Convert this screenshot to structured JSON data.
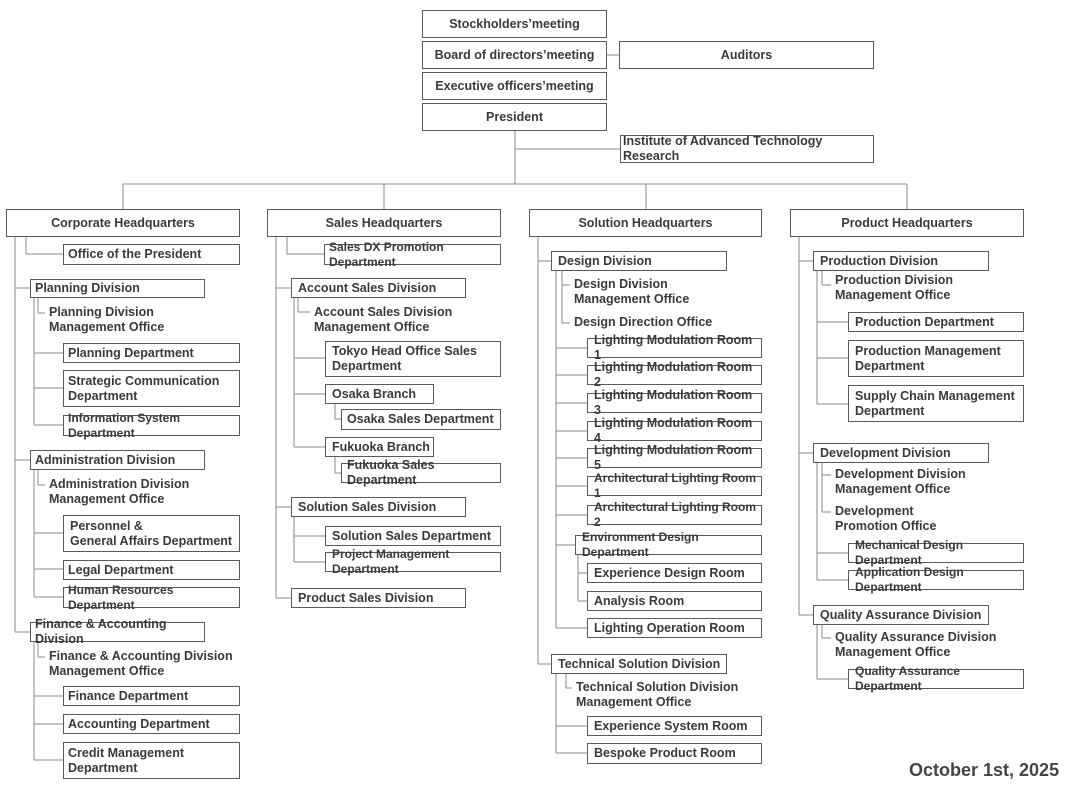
{
  "top": {
    "stockholders": "Stockholders’meeting",
    "board": "Board of directors’meeting",
    "auditors": "Auditors",
    "executive": "Executive officers’meeting",
    "president": "President",
    "institute": "Institute of Advanced Technology Research"
  },
  "corporate": {
    "hq": "Corporate Headquarters",
    "office_president": "Office of the President",
    "planning": {
      "division": "Planning Division",
      "office": "Planning Division\nManagement Office",
      "dept": "Planning Department",
      "strategic": "Strategic Communication\nDepartment",
      "info": "Information System Department"
    },
    "admin": {
      "division": "Administration Division",
      "office": "Administration Division\nManagement Office",
      "personnel": "Personnel &\nGeneral Affairs Department",
      "legal": "Legal Department",
      "hr": "Human Resources Department"
    },
    "finance": {
      "division": "Finance & Accounting Division",
      "office": "Finance & Accounting Division\nManagement Office",
      "finance": "Finance Department",
      "accounting": "Accounting Department",
      "credit": "Credit Management\nDepartment"
    }
  },
  "sales": {
    "hq": "Sales Headquarters",
    "dx": "Sales DX Promotion Department",
    "account": {
      "division": "Account Sales Division",
      "office": "Account Sales Division\nManagement Office",
      "tokyo": "Tokyo Head Office Sales\nDepartment",
      "osaka_branch": "Osaka Branch",
      "osaka_sales": "Osaka Sales Department",
      "fukuoka_branch": "Fukuoka Branch",
      "fukuoka_sales": "Fukuoka Sales Department"
    },
    "solution": {
      "division": "Solution Sales Division",
      "sales": "Solution Sales Department",
      "project": "Project Management Department"
    },
    "product": "Product Sales Division"
  },
  "solution": {
    "hq": "Solution Headquarters",
    "design": {
      "division": "Design Division",
      "office": "Design Division\nManagement Office",
      "direction": "Design Direction Office",
      "lm1": "Lighting Modulation Room 1",
      "lm2": "Lighting Modulation Room 2",
      "lm3": "Lighting Modulation Room 3",
      "lm4": "Lighting Modulation Room 4",
      "lm5": "Lighting Modulation Room 5",
      "al1": "Architectural Lighting Room 1",
      "al2": "Architectural Lighting Room 2",
      "env": "Environment Design Department",
      "exp": "Experience Design Room",
      "analysis": "Analysis Room",
      "lighting_op": "Lighting Operation Room"
    },
    "technical": {
      "division": "Technical Solution Division",
      "office": "Technical Solution Division\nManagement Office",
      "exp_system": "Experience System Room",
      "bespoke": "Bespoke Product Room"
    }
  },
  "product": {
    "hq": "Product Headquarters",
    "production": {
      "division": "Production Division",
      "office": "Production Division\nManagement Office",
      "dept": "Production Department",
      "mgmt": "Production Management\nDepartment",
      "supply": "Supply Chain Management\nDepartment"
    },
    "development": {
      "division": "Development Division",
      "office": "Development Division\nManagement Office",
      "promotion": "Development\nPromotion Office",
      "mechanical": "Mechanical Design Department",
      "application": "Application Design Department"
    },
    "qa": {
      "division": "Quality Assurance Division",
      "office": "Quality Assurance Division\nManagement Office",
      "dept": "Quality Assurance Department"
    }
  },
  "date": "October 1st, 2025"
}
